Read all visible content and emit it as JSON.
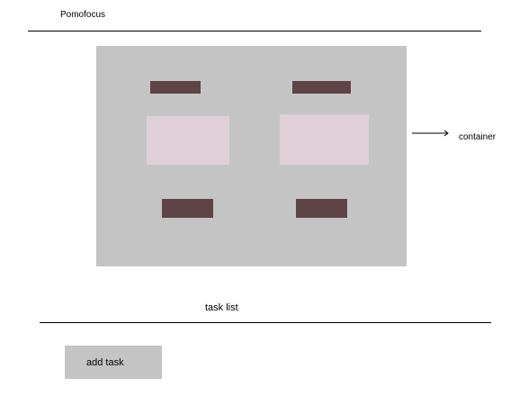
{
  "header": {
    "app_title": "Pomofocus"
  },
  "container": {
    "annotation_label": "container",
    "box_color": "#c4c4c4",
    "block_color_dark": "#5e4446",
    "block_color_light": "#dfcfd6"
  },
  "task_section": {
    "label": "task list",
    "add_task_label": "add task"
  }
}
